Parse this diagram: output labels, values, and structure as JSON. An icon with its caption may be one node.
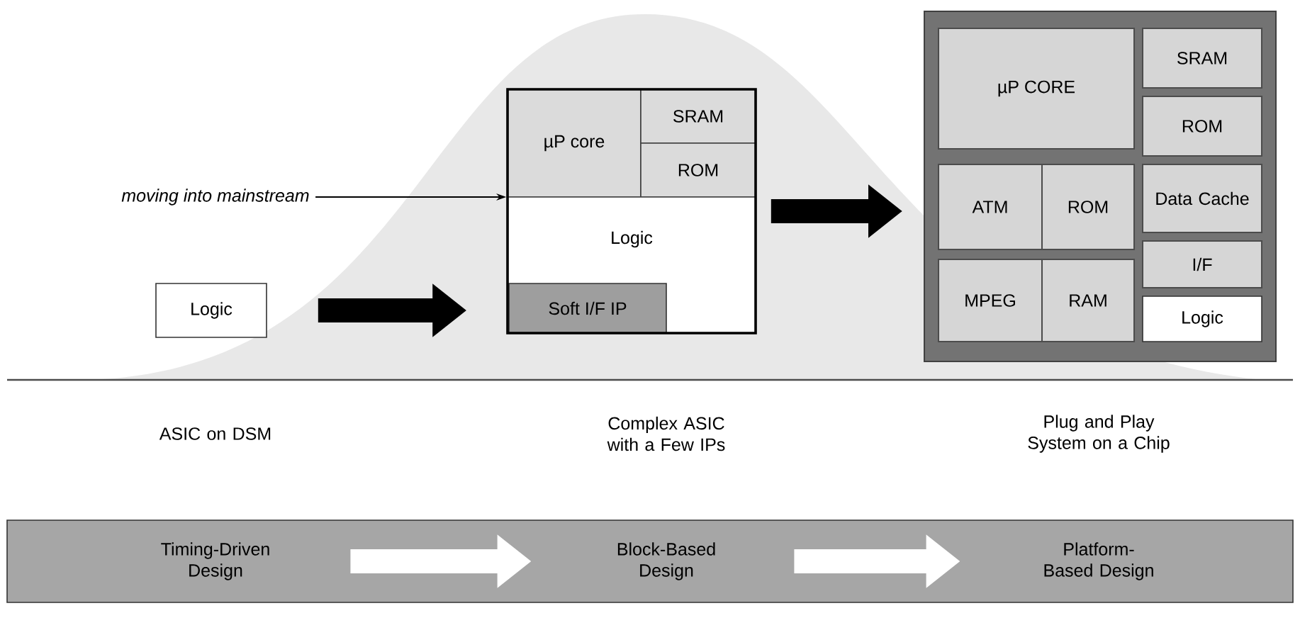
{
  "diagram": {
    "nodes": [
      {
        "text": [
          "Logic"
        ]
      },
      {
        "text": [],
        "shape": "box"
      },
      {
        "text": [
          "µP core"
        ],
        "in": 1
      },
      {
        "text": [
          "SRAM"
        ],
        "in": 1
      },
      {
        "text": [
          "ROM"
        ],
        "in": 1
      },
      {
        "text": [
          "Logic"
        ],
        "in": 1
      },
      {
        "text": [
          "Soft I/F IP"
        ],
        "in": 5
      },
      {
        "text": [
          "moving into mainstream"
        ]
      },
      {
        "text": [],
        "shape": "box"
      },
      {
        "text": [
          "µP CORE"
        ],
        "in": 8
      },
      {
        "text": [
          "SRAM"
        ],
        "in": 8
      },
      {
        "text": [
          "ROM"
        ],
        "in": 8
      },
      {
        "text": [
          "ATM"
        ],
        "in": 8
      },
      {
        "text": [
          "ROM"
        ],
        "in": 8
      },
      {
        "text": [
          "Data Cache"
        ],
        "in": 8
      },
      {
        "text": [
          "MPEG"
        ],
        "in": 8
      },
      {
        "text": [
          "RAM"
        ],
        "in": 8
      },
      {
        "text": [
          "I/F"
        ],
        "in": 8
      },
      {
        "text": [
          "Logic"
        ],
        "in": 8
      },
      {
        "text": [],
        "shape": "box"
      },
      {
        "text": [
          "Timing-Driven Design"
        ],
        "in": 19
      },
      {
        "text": [
          "Block-Based Design"
        ],
        "in": 19
      },
      {
        "text": [
          "Platform-Based Design"
        ],
        "in": 19
      }
    ],
    "edges": [
      {
        "from": 0,
        "to": 1,
        "arrow": "to"
      },
      {
        "from": 1,
        "to": 8,
        "arrow": "to"
      },
      {
        "from": 20,
        "to": 21,
        "arrow": "to",
        "color": "#ffffff"
      },
      {
        "from": 21,
        "to": 22,
        "arrow": "to",
        "color": "#ffffff"
      },
      {
        "from": 7,
        "to": 1,
        "arrow": "to"
      }
    ],
    "labels": [
      "ASIC on DSM",
      "Complex ASIC with a Few IPs",
      "Plug and Play System on a Chip"
    ]
  }
}
